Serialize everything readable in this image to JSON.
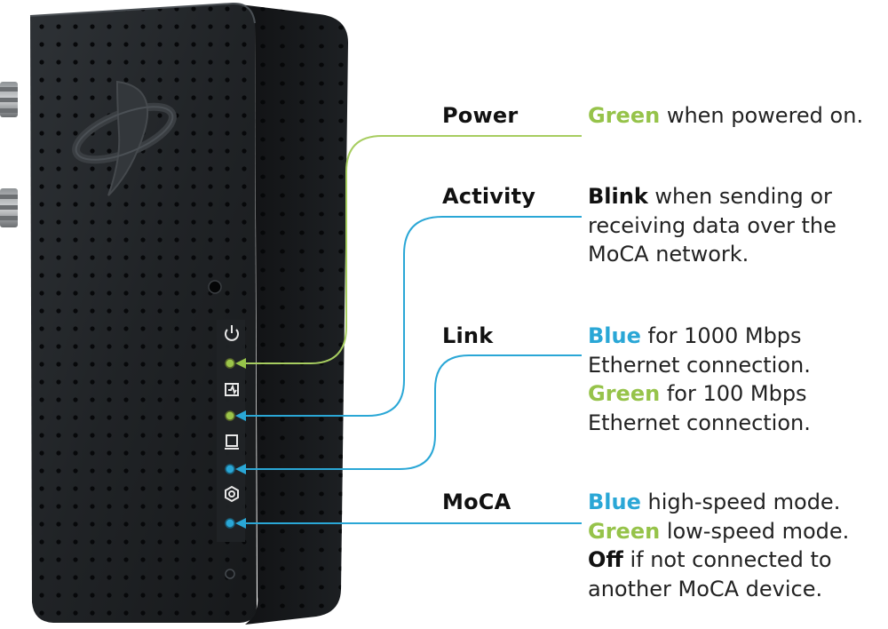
{
  "colors": {
    "green": "#96c34a",
    "blue": "#2aa7d6",
    "device_body": "#1e2124"
  },
  "indicators": [
    {
      "label": "Power",
      "icon": "power-icon",
      "line_color": "green",
      "lines": [
        [
          {
            "text": "Green",
            "style": "green"
          },
          {
            "text": " when powered on."
          }
        ]
      ]
    },
    {
      "label": "Activity",
      "icon": "activity-icon",
      "line_color": "blue",
      "lines": [
        [
          {
            "text": "Blink",
            "style": "black"
          },
          {
            "text": " when sending or"
          }
        ],
        [
          {
            "text": "receiving data over the"
          }
        ],
        [
          {
            "text": "MoCA network."
          }
        ]
      ]
    },
    {
      "label": "Link",
      "icon": "monitor-icon",
      "line_color": "blue",
      "lines": [
        [
          {
            "text": "Blue",
            "style": "blue"
          },
          {
            "text": " for 1000 Mbps"
          }
        ],
        [
          {
            "text": "Ethernet connection."
          }
        ],
        [
          {
            "text": "Green",
            "style": "green"
          },
          {
            "text": " for 100 Mbps"
          }
        ],
        [
          {
            "text": "Ethernet connection."
          }
        ]
      ]
    },
    {
      "label": "MoCA",
      "icon": "moca-hexagon-icon",
      "line_color": "blue",
      "lines": [
        [
          {
            "text": "Blue",
            "style": "blue"
          },
          {
            "text": " high-speed mode."
          }
        ],
        [
          {
            "text": "Green",
            "style": "green"
          },
          {
            "text": " low-speed mode."
          }
        ],
        [
          {
            "text": "Off",
            "style": "black"
          },
          {
            "text": " if not connected to"
          }
        ],
        [
          {
            "text": "another MoCA device."
          }
        ]
      ]
    }
  ]
}
